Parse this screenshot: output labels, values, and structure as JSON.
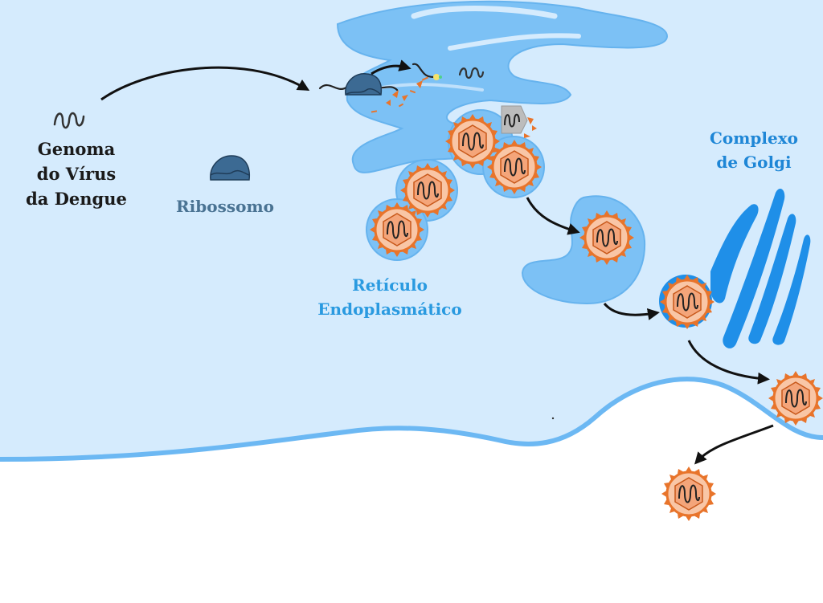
{
  "labels": {
    "genome": [
      "Genoma",
      "do Vírus",
      "da Dengue"
    ],
    "ribosome": "Ribossomo",
    "er": [
      "Retículo",
      "Endoplasmático"
    ],
    "golgi": [
      "Complexo",
      "de Golgi"
    ]
  },
  "colors": {
    "cytoplasm": "#d5ebfd",
    "membrane": "#6cb8f3",
    "er_fill": "#7cc1f5",
    "golgi": "#1f8fe8",
    "ribosome": "#3c6a93",
    "virus_core": "#f7b48c",
    "virus_spike": "#e8742b",
    "arrow": "#111111"
  }
}
